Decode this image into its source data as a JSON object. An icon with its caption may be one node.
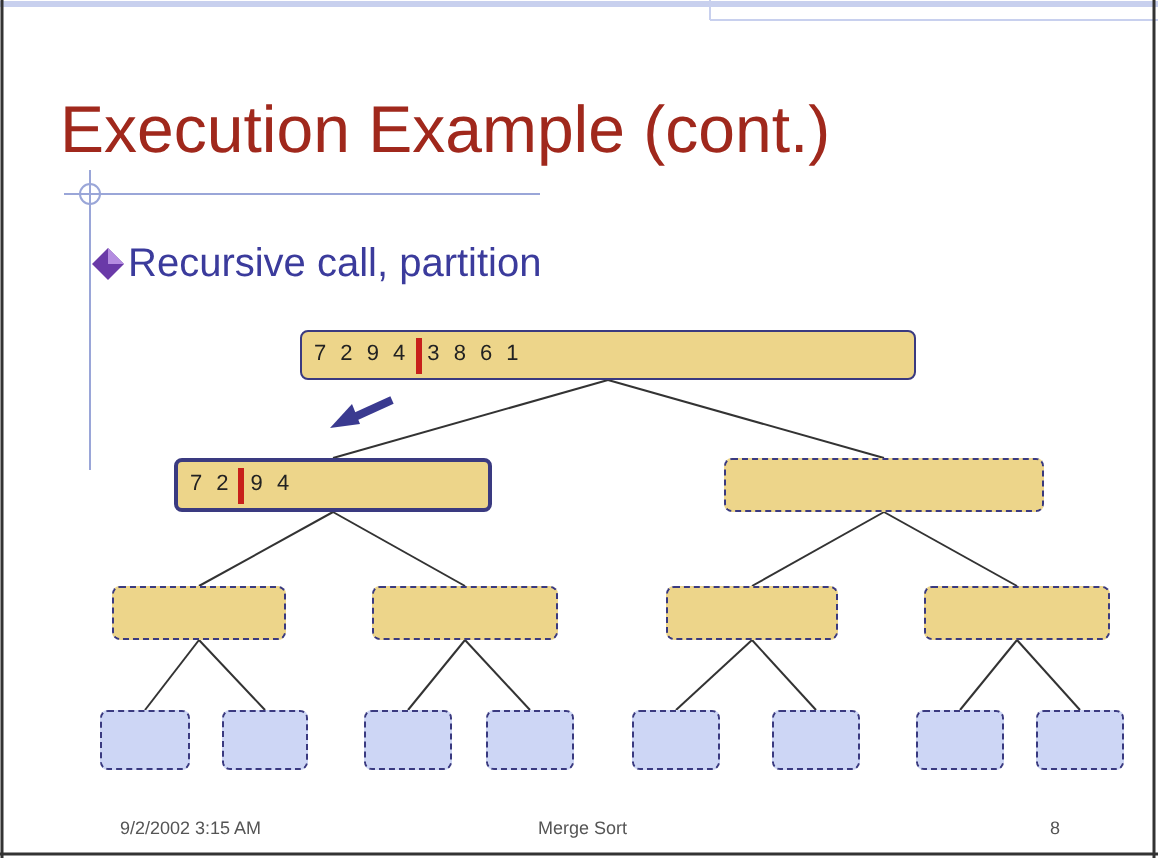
{
  "diagram": {
    "title": "Execution Example (cont.)",
    "nodes": [
      {
        "text": [
          "7 2 9 4",
          "3 8 6 1"
        ]
      },
      {
        "text": [
          "7 2",
          "9 4"
        ]
      },
      {
        "text": [],
        "shape": "box"
      },
      {
        "text": [],
        "shape": "box"
      },
      {
        "text": [],
        "shape": "box"
      },
      {
        "text": [],
        "shape": "box"
      },
      {
        "text": [],
        "shape": "box"
      },
      {
        "text": [],
        "shape": "box"
      },
      {
        "text": [],
        "shape": "box"
      },
      {
        "text": [],
        "shape": "box"
      },
      {
        "text": [],
        "shape": "box"
      },
      {
        "text": [],
        "shape": "box"
      },
      {
        "text": [],
        "shape": "box"
      },
      {
        "text": [],
        "shape": "box"
      },
      {
        "text": [],
        "shape": "box"
      }
    ],
    "edges": [
      {
        "from": 0,
        "to": 1,
        "arrow": "none"
      },
      {
        "from": 0,
        "to": 2,
        "arrow": "none"
      },
      {
        "from": 1,
        "to": 3,
        "arrow": "none"
      },
      {
        "from": 1,
        "to": 4,
        "arrow": "none"
      },
      {
        "from": 2,
        "to": 5,
        "arrow": "none"
      },
      {
        "from": 2,
        "to": 6,
        "arrow": "none"
      },
      {
        "from": 3,
        "to": 7,
        "arrow": "none"
      },
      {
        "from": 3,
        "to": 8,
        "arrow": "none"
      },
      {
        "from": 4,
        "to": 9,
        "arrow": "none"
      },
      {
        "from": 4,
        "to": 10,
        "arrow": "none"
      },
      {
        "from": 5,
        "to": 11,
        "arrow": "none"
      },
      {
        "from": 5,
        "to": 12,
        "arrow": "none"
      },
      {
        "from": 6,
        "to": 13,
        "arrow": "none"
      },
      {
        "from": 6,
        "to": 14,
        "arrow": "none"
      }
    ],
    "labels": [
      "Recursive call, partition",
      "9/2/2002 3:15 AM",
      "Merge Sort",
      "8"
    ]
  }
}
